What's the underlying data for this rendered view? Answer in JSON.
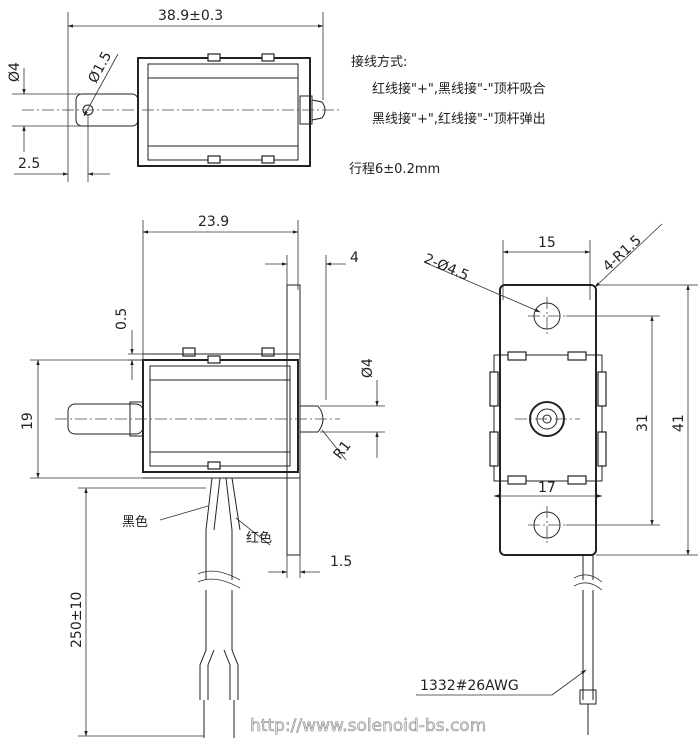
{
  "dimensions": {
    "total_length": "38.9±0.3",
    "shaft_dia_top": "Ø4",
    "pin_hole": "Ø1.5",
    "offset_top": "2.5",
    "body_length": "23.9",
    "bracket_thickness": "0.5",
    "body_height": "19",
    "plunger_dia": "Ø4",
    "bracket_width": "4",
    "radius_front": "R1",
    "plate_thickness": "1.5",
    "lead_length": "250±10",
    "hole_spacing_width": "15",
    "mount_holes": "2-Ø4.5",
    "corner_radius": "4-R1.5",
    "hole_spacing_height": "31",
    "plate_height": "41",
    "body_width": "17"
  },
  "wiring": {
    "title": "接线方式:",
    "line1": "红线接\"+\",黑线接\"-\"顶杆吸合",
    "line2": "黑线接\"+\",红线接\"-\"顶杆弹出"
  },
  "stroke": "行程6±0.2mm",
  "wire_labels": {
    "black": "黑色",
    "red": "红色"
  },
  "wire_spec": "1332#26AWG",
  "watermark": "http://www.solenoid-bs.com"
}
